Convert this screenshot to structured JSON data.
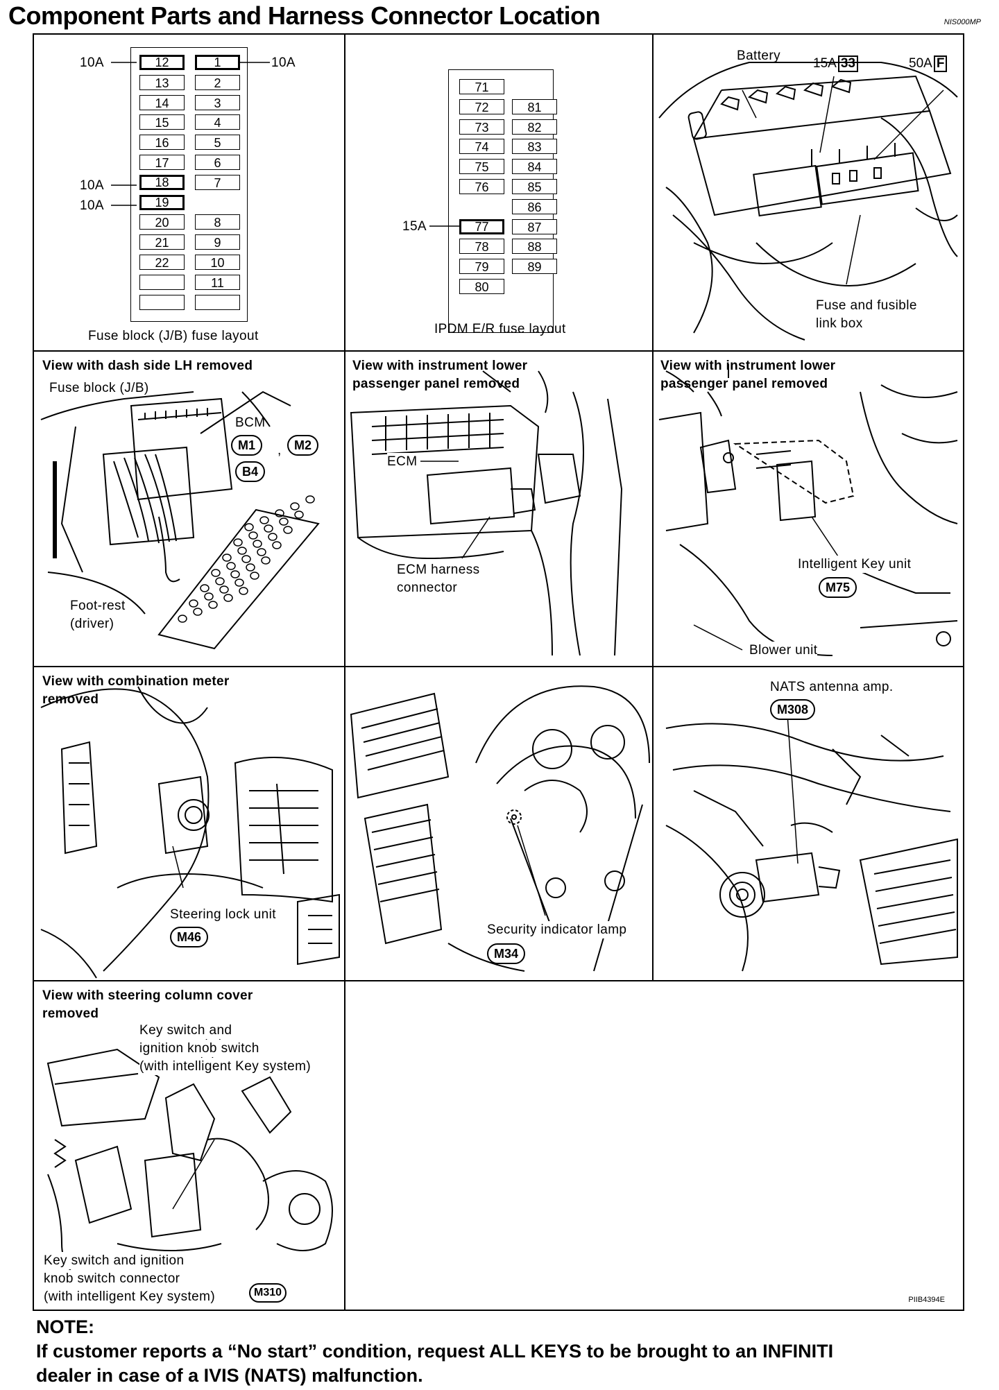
{
  "page": {
    "title": "Component Parts and Harness Connector Location",
    "doc_id": "NIS000MP",
    "figure_code": "PIIB4394E"
  },
  "panels": {
    "fuse_block": {
      "caption": "Fuse block (J/B) fuse layout",
      "left_col": [
        "12",
        "13",
        "14",
        "15",
        "16",
        "17",
        "18",
        "19",
        "20",
        "21",
        "22",
        "",
        ""
      ],
      "right_col": [
        "1",
        "2",
        "3",
        "4",
        "5",
        "6",
        "7",
        "",
        "8",
        "9",
        "10",
        "11",
        ""
      ],
      "amp_labels": [
        "10A",
        "10A",
        "10A",
        "10A"
      ]
    },
    "ipdm": {
      "caption": "IPDM E/R fuse layout",
      "left_col": [
        "71",
        "72",
        "73",
        "74",
        "75",
        "76",
        "",
        "77",
        "78",
        "79",
        "80"
      ],
      "right_col": [
        "",
        "81",
        "82",
        "83",
        "84",
        "85",
        "86",
        "87",
        "88",
        "89",
        ""
      ],
      "amp_label": "15A"
    },
    "battery": {
      "battery_label": "Battery",
      "amp1": "15A",
      "box1": "33",
      "amp2": "50A",
      "box2": "F",
      "fusible_line1": "Fuse and fusible",
      "fusible_line2": "link box"
    },
    "dash_lh": {
      "title": "View with dash side LH removed",
      "fuse_block_label": "Fuse block (J/B)",
      "bcm_label": "BCM",
      "connectors": [
        "M1",
        "M2",
        "B4"
      ],
      "comma": ",",
      "footrest_line1": "Foot-rest",
      "footrest_line2": "(driver)"
    },
    "ecm": {
      "title_line1": "View with instrument lower",
      "title_line2": "passenger panel removed",
      "ecm_label": "ECM",
      "harness_line1": "ECM harness",
      "harness_line2": "connector"
    },
    "ikey": {
      "title_line1": "View with instrument lower",
      "title_line2": "passenger panel removed",
      "ikey_label": "Intelligent Key unit",
      "connector": "M75",
      "blower_label": "Blower unit"
    },
    "combo_meter": {
      "title_line1": "View with combination meter",
      "title_line2": "removed",
      "steering_label": "Steering lock unit",
      "connector": "M46"
    },
    "security": {
      "lamp_label": "Security indicator lamp",
      "connector": "M34"
    },
    "nats": {
      "nats_label": "NATS antenna amp.",
      "connector": "M308"
    },
    "steering_column": {
      "title_line1": "View with steering column cover",
      "title_line2": "removed",
      "key_line1": "Key switch and",
      "key_line2": "ignition knob switch",
      "key_line3": "(with intelligent Key system)",
      "conn_line1": "Key switch and ignition",
      "conn_line2": "knob switch connector",
      "conn_line3": "(with intelligent Key system)",
      "connector": "M310"
    }
  },
  "note": {
    "heading": "NOTE:",
    "line1": "If customer reports a “No start” condition, request ALL KEYS to be brought to an INFINITI",
    "line2": "dealer in case of a IVIS (NATS) malfunction."
  }
}
